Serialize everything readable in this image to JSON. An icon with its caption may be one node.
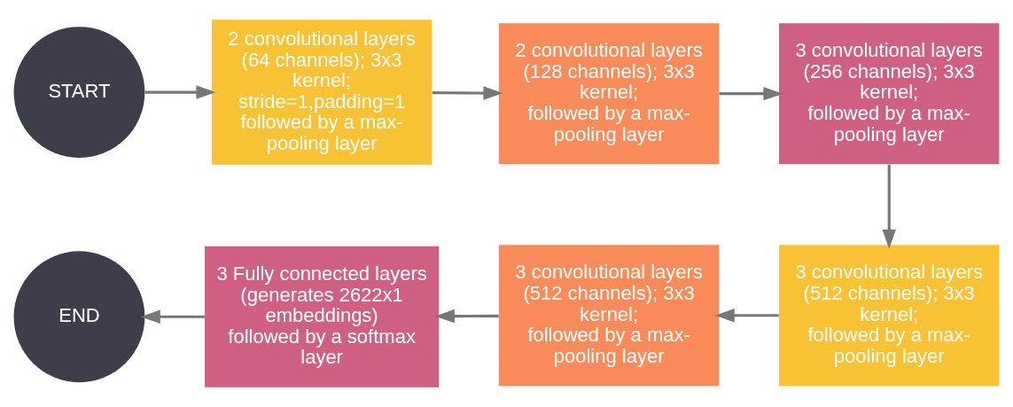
{
  "diagram": {
    "nodes": [
      {
        "text": [
          "START"
        ]
      },
      {
        "text": [
          "2 convolutional layers (64 channels); 3x3 kernel; stride=1,padding=1",
          "followed by a max-pooling layer"
        ]
      },
      {
        "text": [
          "2 convolutional layers (128 channels); 3x3 kernel;",
          "followed by a max-pooling layer"
        ]
      },
      {
        "text": [
          "3 convolutional layers (256 channels); 3x3 kernel;",
          "followed by a max-pooling layer"
        ]
      },
      {
        "text": [
          "3 convolutional layers (512 channels); 3x3 kernel;",
          "followed by a max-pooling layer"
        ]
      },
      {
        "text": [
          "3 convolutional layers (512 channels); 3x3 kernel;",
          "followed by a max-pooling layer"
        ]
      },
      {
        "text": [
          "3 Fully connected layers (generates 2622x1 embeddings)",
          "followed by a softmax layer"
        ]
      },
      {
        "text": [
          "END"
        ]
      }
    ],
    "edges": [
      {
        "from": 0,
        "to": 1,
        "arrow": "to"
      },
      {
        "from": 1,
        "to": 2,
        "arrow": "to"
      },
      {
        "from": 2,
        "to": 3,
        "arrow": "to"
      },
      {
        "from": 3,
        "to": 4,
        "arrow": "to"
      },
      {
        "from": 4,
        "to": 5,
        "arrow": "to"
      },
      {
        "from": 5,
        "to": 6,
        "arrow": "to"
      },
      {
        "from": 6,
        "to": 7,
        "arrow": "to"
      }
    ]
  }
}
